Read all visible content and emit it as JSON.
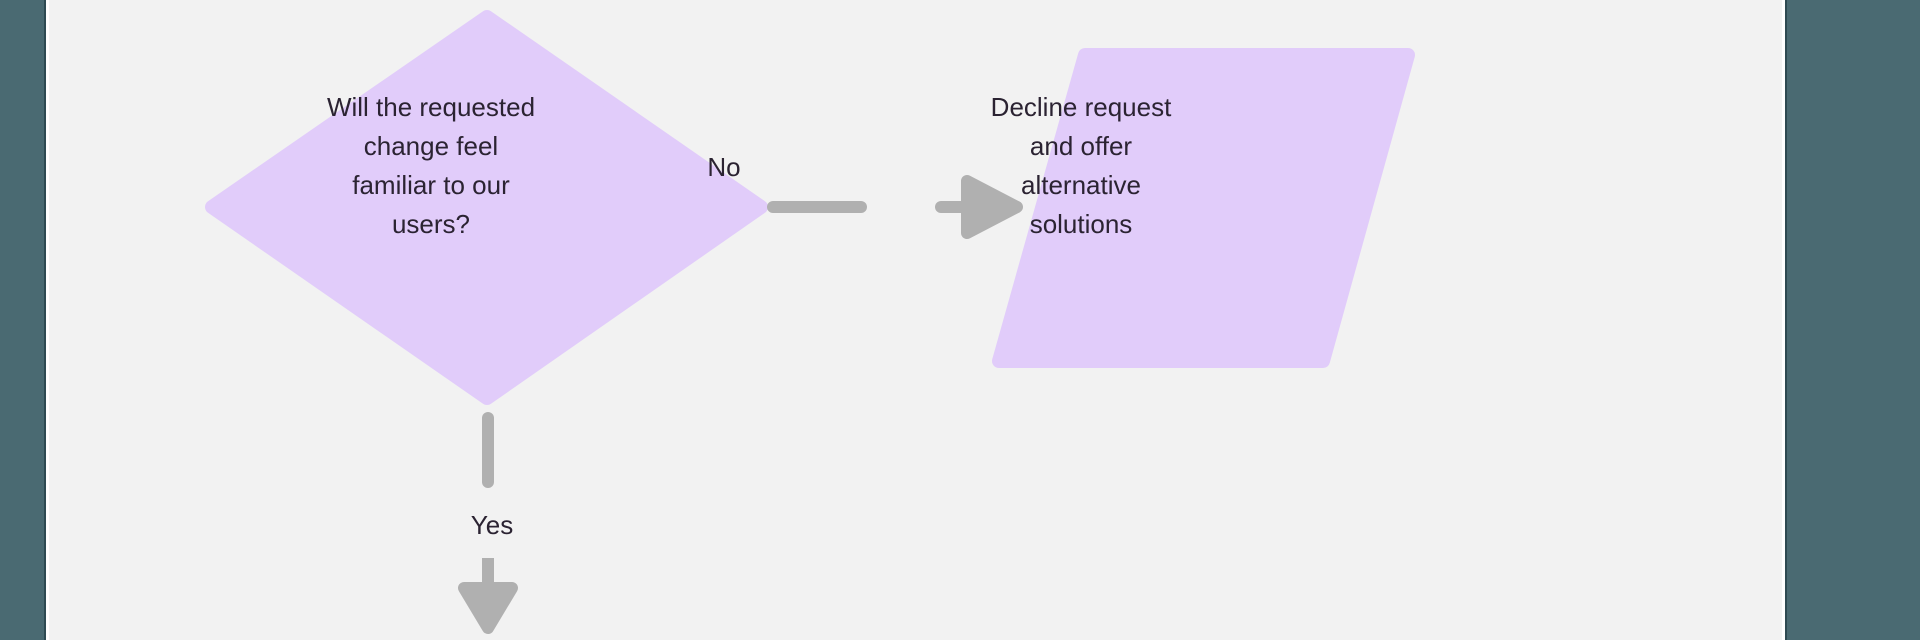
{
  "theme": {
    "rail_color": "#4a6a72",
    "rail_border_color": "#2e4a52",
    "canvas_background": "#f2f2f2",
    "node_fill": "#e1ccfa",
    "text_color": "#2b2332",
    "connector_color": "#b0b0b0"
  },
  "diagram": {
    "type": "flowchart",
    "nodes": [
      {
        "id": "decision-familiar",
        "shape": "diamond",
        "text": "Will the requested\nchange feel\nfamiliar to our\nusers?",
        "fill": "#e1ccfa"
      },
      {
        "id": "process-decline",
        "shape": "parallelogram",
        "text": "Decline request\nand offer\nalternative\nsolutions",
        "fill": "#e1ccfa"
      }
    ],
    "edges": [
      {
        "id": "edge-no",
        "from": "decision-familiar",
        "to": "process-decline",
        "label": "No",
        "direction": "right"
      },
      {
        "id": "edge-yes",
        "from": "decision-familiar",
        "to": "",
        "label": "Yes",
        "direction": "down"
      }
    ]
  }
}
